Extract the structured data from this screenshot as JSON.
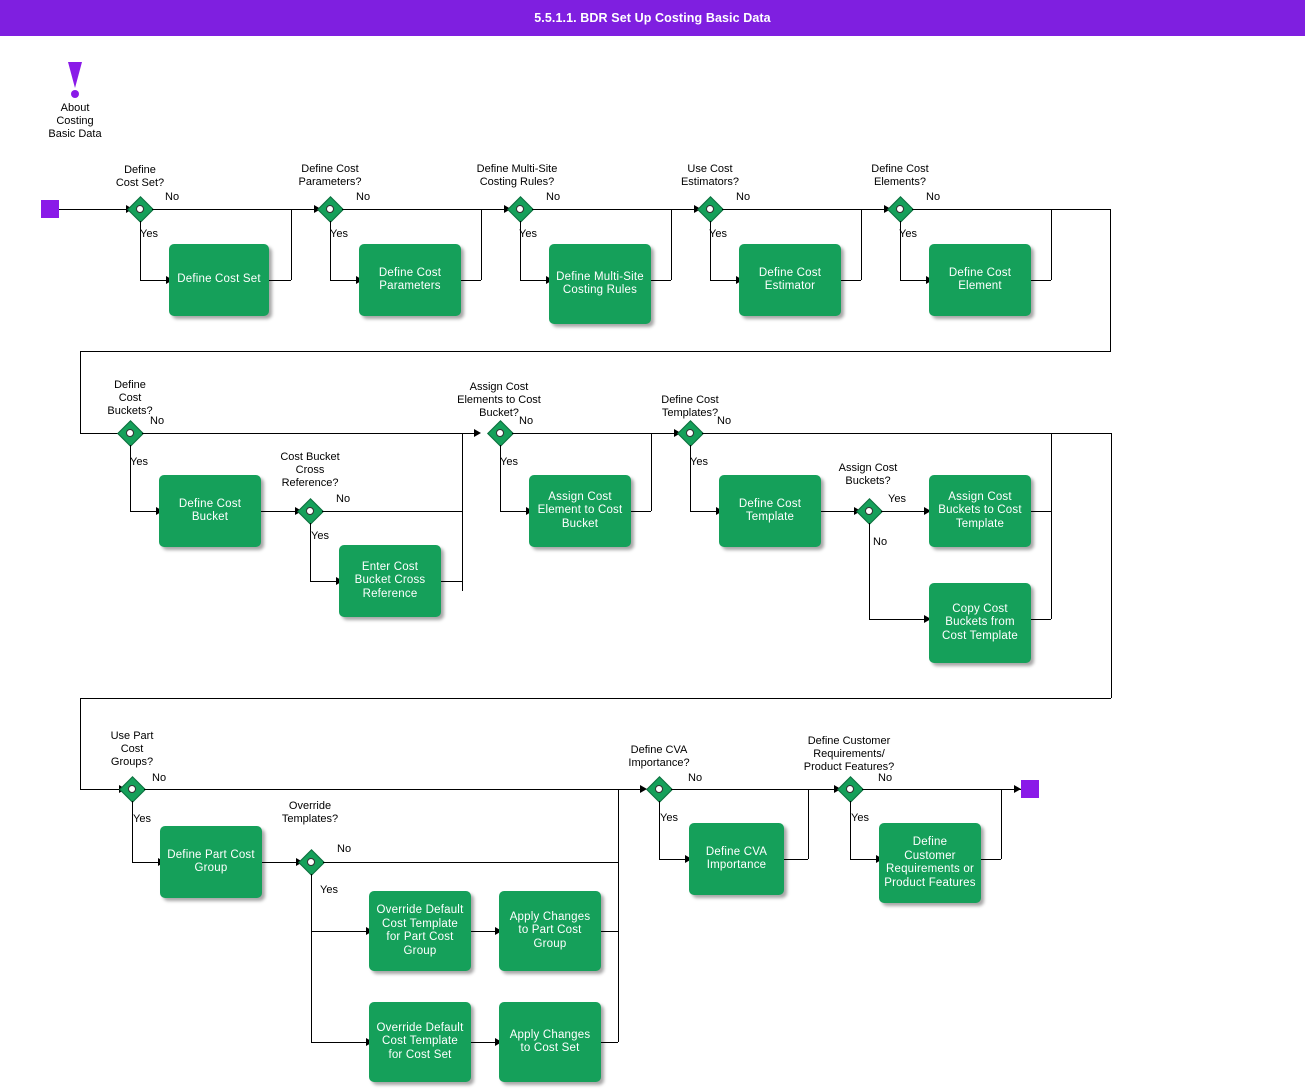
{
  "header": {
    "title": "5.5.1.1. BDR Set Up Costing Basic Data"
  },
  "note": {
    "label": "About\nCosting\nBasic Data",
    "icon": "warning-exclamation-icon"
  },
  "events": {
    "start": "start-event",
    "end": "end-event"
  },
  "edge_labels": {
    "yes": "Yes",
    "no": "No"
  },
  "gateways": [
    {
      "id": "g-cost-set",
      "label": "Define\nCost Set?"
    },
    {
      "id": "g-cost-params",
      "label": "Define Cost\nParameters?"
    },
    {
      "id": "g-multisite",
      "label": "Define Multi-Site\nCosting Rules?"
    },
    {
      "id": "g-estimators",
      "label": "Use Cost\nEstimators?"
    },
    {
      "id": "g-cost-elements",
      "label": "Define Cost\nElements?"
    },
    {
      "id": "g-cost-buckets",
      "label": "Define\nCost\nBuckets?"
    },
    {
      "id": "g-bucket-xref",
      "label": "Cost Bucket\nCross\nReference?"
    },
    {
      "id": "g-assign-elem",
      "label": "Assign Cost\nElements to Cost\nBucket?"
    },
    {
      "id": "g-cost-templates",
      "label": "Define Cost\nTemplates?"
    },
    {
      "id": "g-assign-buckets",
      "label": "Assign Cost\nBuckets?"
    },
    {
      "id": "g-part-cost-grp",
      "label": "Use Part\nCost\nGroups?"
    },
    {
      "id": "g-override-tmpl",
      "label": "Override\nTemplates?"
    },
    {
      "id": "g-cva",
      "label": "Define CVA\nImportance?"
    },
    {
      "id": "g-cust-req",
      "label": "Define Customer\nRequirements/\nProduct Features?"
    }
  ],
  "tasks": [
    {
      "id": "t-define-cost-set",
      "label": "Define Cost Set"
    },
    {
      "id": "t-define-cost-params",
      "label": "Define Cost\nParameters"
    },
    {
      "id": "t-define-multisite",
      "label": "Define Multi-Site\nCosting Rules"
    },
    {
      "id": "t-define-cost-estimator",
      "label": "Define Cost\nEstimator"
    },
    {
      "id": "t-define-cost-element",
      "label": "Define Cost\nElement"
    },
    {
      "id": "t-define-cost-bucket",
      "label": "Define Cost\nBucket"
    },
    {
      "id": "t-enter-bucket-xref",
      "label": "Enter Cost\nBucket Cross\nReference"
    },
    {
      "id": "t-assign-elem-bucket",
      "label": "Assign Cost\nElement to Cost\nBucket"
    },
    {
      "id": "t-define-cost-template",
      "label": "Define Cost\nTemplate"
    },
    {
      "id": "t-assign-buckets-tmpl",
      "label": "Assign Cost\nBuckets to Cost\nTemplate"
    },
    {
      "id": "t-copy-buckets",
      "label": "Copy Cost\nBuckets from\nCost Template"
    },
    {
      "id": "t-define-part-cost-grp",
      "label": "Define Part Cost\nGroup"
    },
    {
      "id": "t-override-pcg",
      "label": "Override Default\nCost Template\nfor Part Cost\nGroup"
    },
    {
      "id": "t-apply-pcg",
      "label": "Apply Changes\nto Part Cost\nGroup"
    },
    {
      "id": "t-override-cs",
      "label": "Override Default\nCost Template\nfor Cost Set"
    },
    {
      "id": "t-apply-cs",
      "label": "Apply Changes\nto Cost Set"
    },
    {
      "id": "t-define-cva",
      "label": "Define CVA\nImportance"
    },
    {
      "id": "t-define-cust-req",
      "label": "Define\nCustomer\nRequirements or\nProduct Features"
    }
  ],
  "colors": {
    "title_bar": "#7f1fe0",
    "task_fill": "#15a05a",
    "event_fill": "#8a1ae8",
    "text": "#000000"
  }
}
